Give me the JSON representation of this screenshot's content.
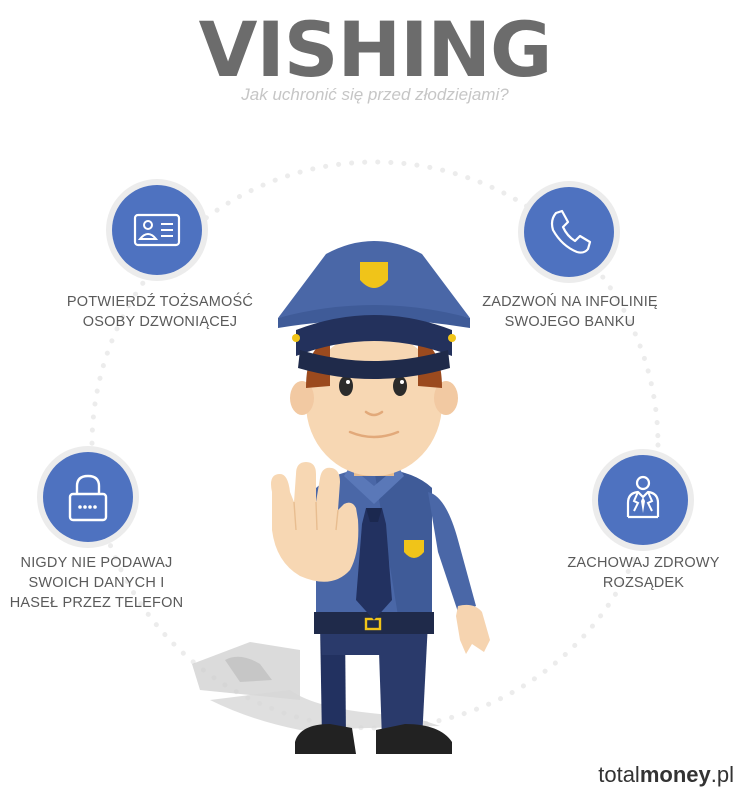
{
  "header": {
    "title": "VISHING",
    "subtitle": "Jak uchronić się przed złodziejami?"
  },
  "tips": [
    {
      "icon": "id-card-icon",
      "line1": "POTWIERDŹ TOŻSAMOŚĆ",
      "line2": "OSOBY DZWONIĄCEJ",
      "line3": ""
    },
    {
      "icon": "phone-icon",
      "line1": "ZADZWOŃ NA INFOLINIĘ",
      "line2": "SWOJEGO BANKU",
      "line3": ""
    },
    {
      "icon": "lock-icon",
      "line1": "NIGDY NIE PODAWAJ",
      "line2": "SWOICH DANYCH I",
      "line3": "HASEŁ PRZEZ TELEFON"
    },
    {
      "icon": "businessman-icon",
      "line1": "ZACHOWAJ ZDROWY",
      "line2": "ROZSĄDEK",
      "line3": ""
    }
  ],
  "brand": {
    "prefix": "total",
    "name": "money",
    "suffix": ".pl"
  },
  "colors": {
    "accent": "#4e72c0",
    "uniform": "#4a67a7",
    "title": "#6c6c6c"
  }
}
